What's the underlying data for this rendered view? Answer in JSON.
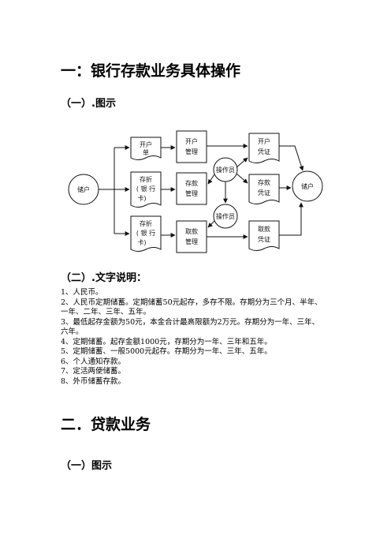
{
  "section1": {
    "title": "一：银行存款业务具体操作",
    "sub1": "（一）.图示",
    "diagram": {
      "depositor_left": "储户",
      "open_form": [
        "开户",
        "单"
      ],
      "deposit_book_1": [
        "存折",
        "( 银 行",
        "卡)"
      ],
      "deposit_book_2": [
        "存折",
        "( 银 行",
        "卡)"
      ],
      "open_mgmt": [
        "开户",
        "管理"
      ],
      "deposit_mgmt": [
        "存款",
        "管理"
      ],
      "withdraw_mgmt": [
        "取款",
        "管理"
      ],
      "operator_1": "操作员",
      "operator_2": "操作员",
      "open_voucher": [
        "开户",
        "凭证"
      ],
      "deposit_voucher": [
        "存款",
        "凭证"
      ],
      "withdraw_voucher": [
        "取款",
        "凭证"
      ],
      "depositor_right": "储户"
    },
    "sub2": "（二）.文字说明：",
    "lines": [
      "1、人民币。",
      "2、人民币定期储蓄。定期储蓄50元起存，多存不限。存期分为三个月、半年、",
      "一年、二年、三年、五年。",
      "3、最低起存金额为50元，本金合计最高限额为2万元。存期分为一年、三年、",
      "六年。",
      "4、定期储蓄。起存金额1000元，存期分为一年、三年和五年。",
      "5、定期储蓄、一般5000元起存。存期分为一年、三年、五年。",
      "6、个人通知存款。",
      "7、定活两便储蓄。",
      "8、外币储蓄存款。"
    ]
  },
  "section2": {
    "title": "二．贷款业务",
    "sub1": "（一）图示"
  }
}
